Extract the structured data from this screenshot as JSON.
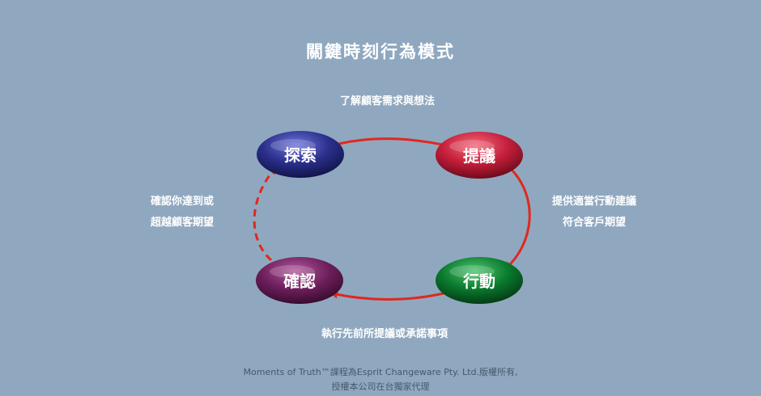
{
  "title": "關鍵時刻行為模式",
  "nodes": {
    "explore": "探索",
    "propose": "提議",
    "act": "行動",
    "confirm": "確認"
  },
  "edges": {
    "top": "了解顧客需求與想法",
    "right_line1": "提供適當行動建議",
    "right_line2": "符合客戶期望",
    "bottom": "執行先前所提議或承諾事項",
    "left_line1": "確認你達到或",
    "left_line2": "超越顧客期望"
  },
  "footer": {
    "line1": "Moments of Truth™課程為Esprit Changeware Pty. Ltd.版權所有,",
    "line2": "授權本公司在台獨家代理"
  },
  "colors": {
    "background": "#8fa8bf",
    "explore": "#2b2f8c",
    "propose": "#c41e3a",
    "act": "#0a7a2e",
    "confirm": "#6e1f5c",
    "arrow": "#e0281e"
  }
}
